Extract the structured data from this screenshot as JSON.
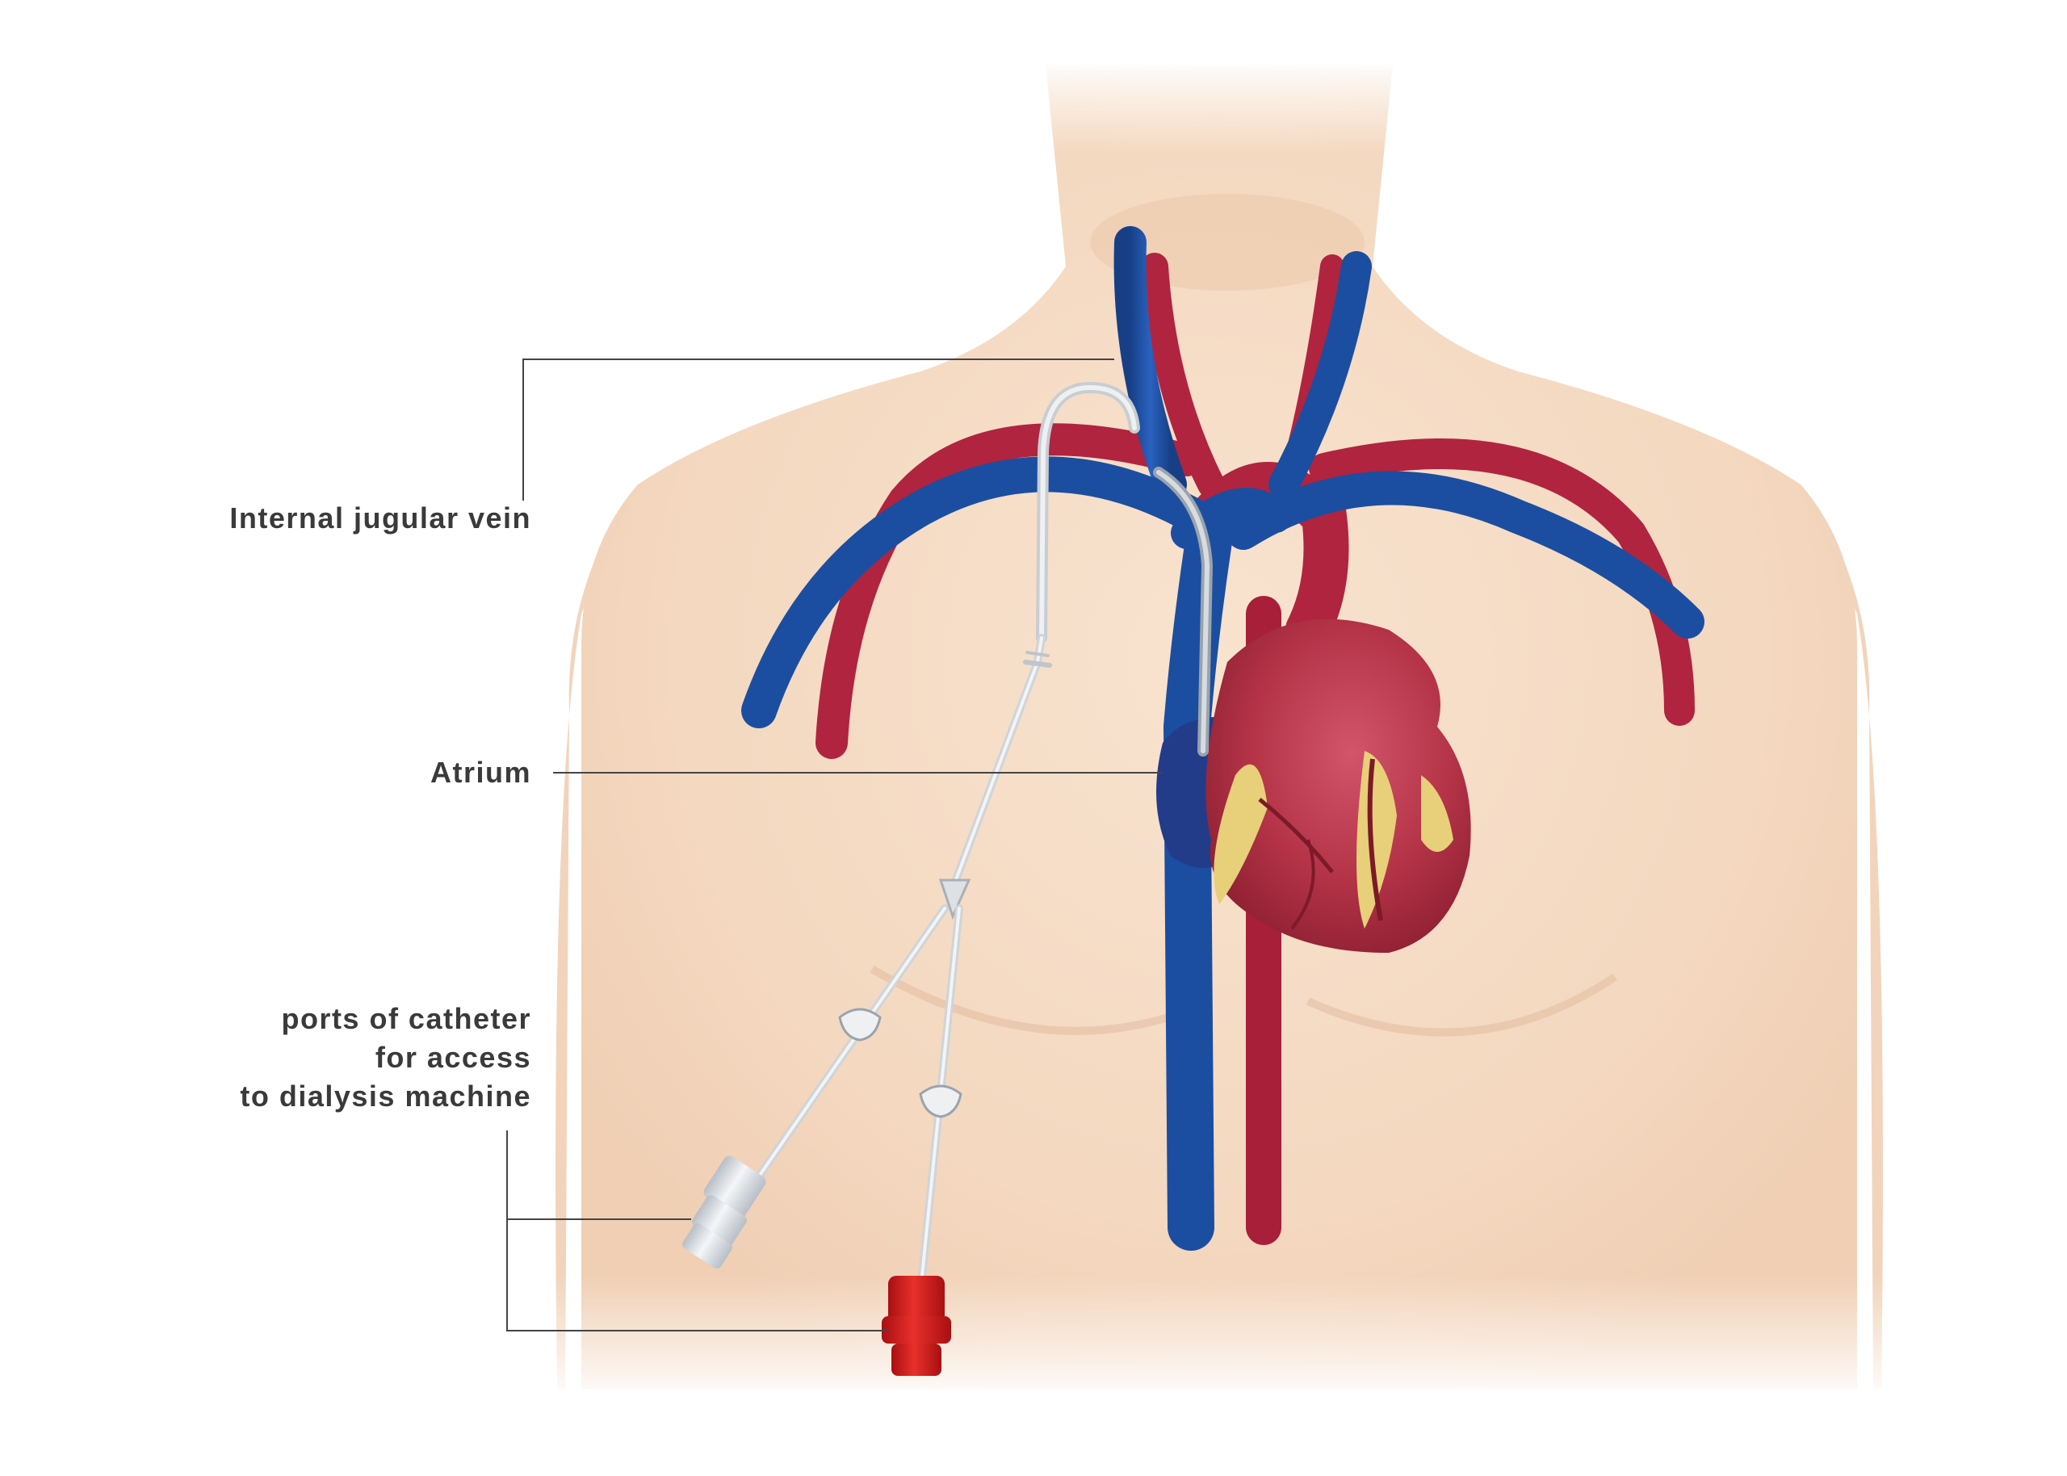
{
  "labels": {
    "internal_jugular_vein": "Internal jugular vein",
    "atrium": "Atrium",
    "ports": {
      "line1": "ports of catheter",
      "line2": "for access",
      "line3": "to dialysis machine"
    }
  },
  "colors": {
    "skin": "#f5dcc6",
    "vein": "#1b4ea0",
    "artery": "#b0243f",
    "heart": "#b83347",
    "fat": "#e8cf7a",
    "catheter": "#d9dde0",
    "port_red": "#d61b1b",
    "port_white": "#e9ecef",
    "leader_line": "#444444",
    "label_text": "#3a3a3a"
  }
}
